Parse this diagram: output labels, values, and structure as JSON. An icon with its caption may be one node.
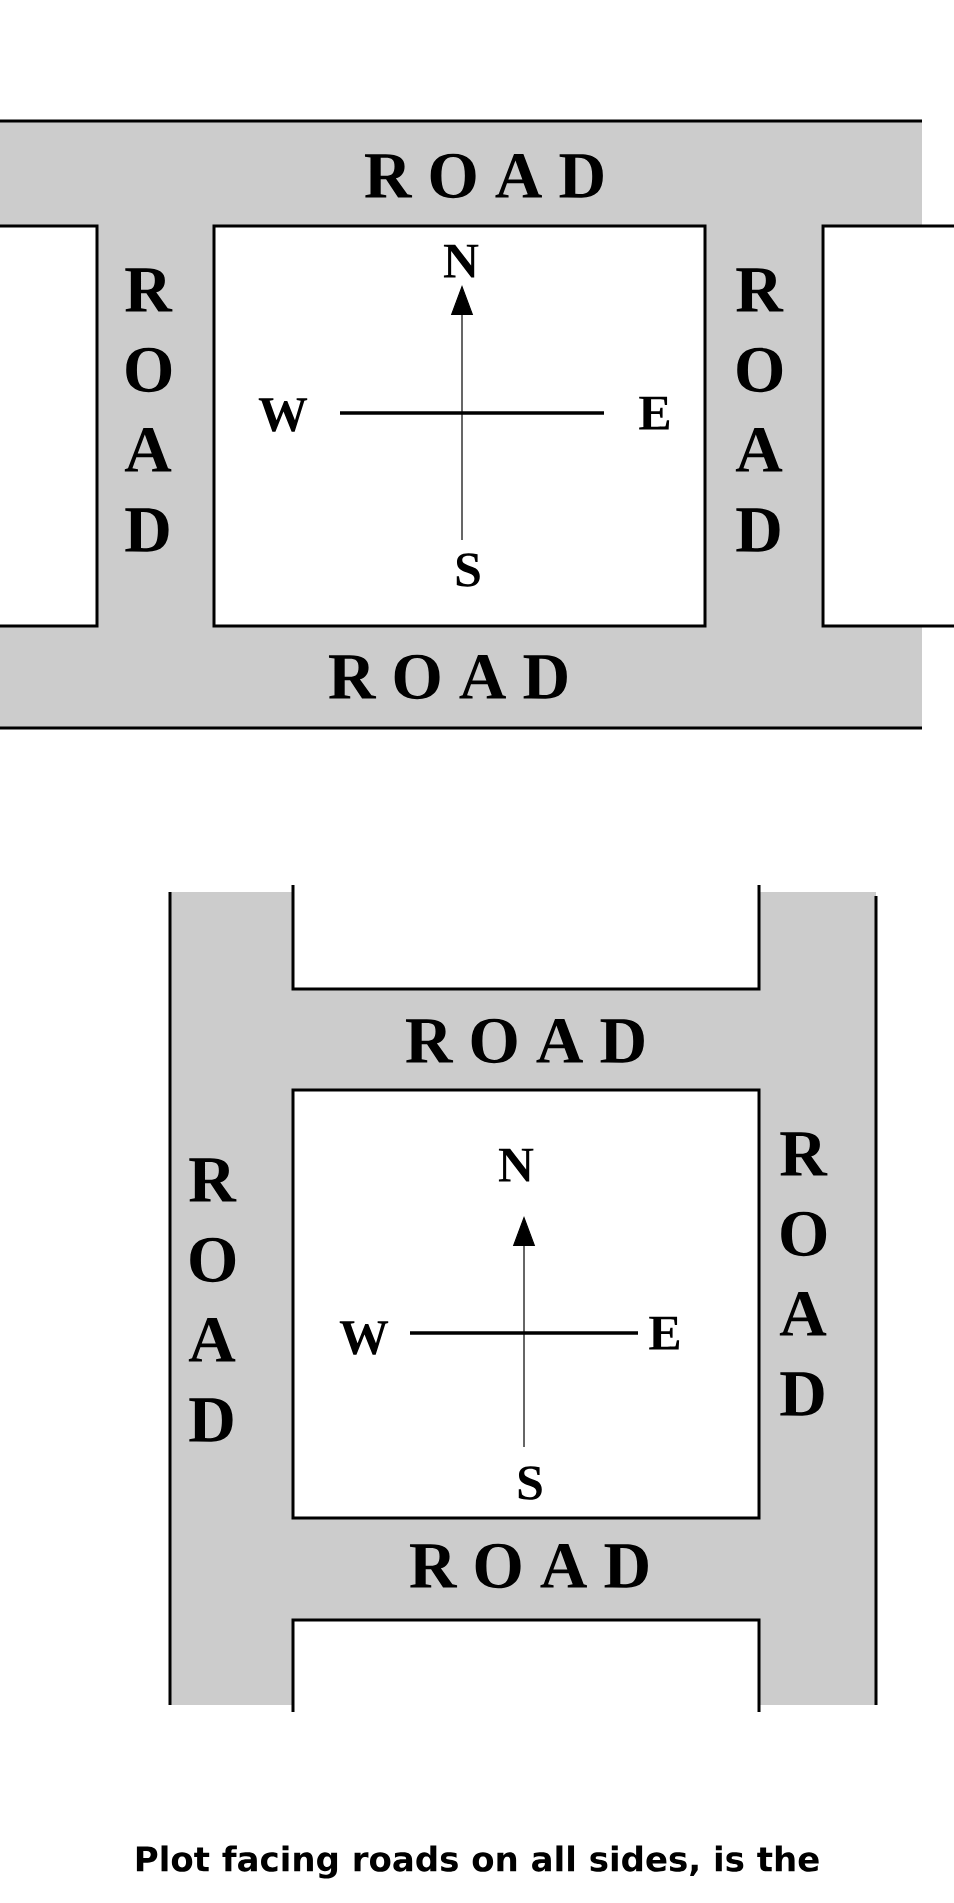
{
  "diagram": {
    "caption": "Plot facing roads on all sides, is the",
    "labels": [
      "R O A D",
      "ROAD",
      "N",
      "ROAD",
      "W",
      "E",
      "S",
      "R O A D",
      "R O A D",
      "ROAD",
      "N",
      "ROAD",
      "W",
      "E",
      "S",
      "R O A D"
    ]
  }
}
